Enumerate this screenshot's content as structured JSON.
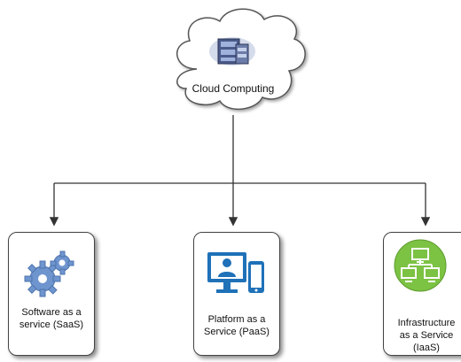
{
  "root": {
    "label": "Cloud Computing",
    "icon": "cloud-servers-icon"
  },
  "services": [
    {
      "label": "Software as a\nservice (SaaS)",
      "icon": "gears-icon",
      "color": "#6f95cf"
    },
    {
      "label": "Platform as a\nService (PaaS)",
      "icon": "desktop-user-tablet-icon",
      "color": "#1f71b8"
    },
    {
      "label": "Infrastructure\nas a Service\n(IaaS)",
      "icon": "network-computers-icon",
      "color": "#7cc243"
    }
  ],
  "colors": {
    "connector": "#555555",
    "card_border": "#444444",
    "cloud_border": "#555555"
  }
}
